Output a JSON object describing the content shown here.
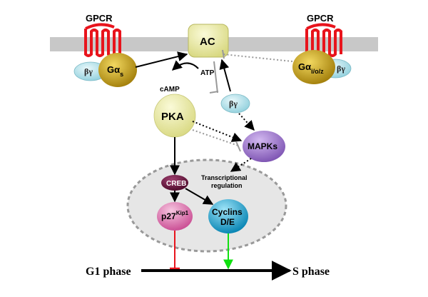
{
  "labels": {
    "gpcr_left": "GPCR",
    "gpcr_right": "GPCR",
    "ac": "AC",
    "g_alpha": "Gα",
    "g_alpha_sub_left": "s",
    "g_alpha_sub_right": "i/o/z",
    "beta_gamma": "βγ",
    "atp": "ATP",
    "camp": "cAMP",
    "pka": "PKA",
    "mapks": "MAPKs",
    "transcriptional_1": "Transcriptional",
    "transcriptional_2": "regulation",
    "creb": "CREB",
    "p27": "p27",
    "p27_sup": "Kip1",
    "cyclins_1": "Cyclins",
    "cyclins_2": "D/E",
    "g1_phase": "G1 phase",
    "s_phase": "S phase"
  },
  "colors": {
    "membrane": "#c8c8c8",
    "receptor": "#e8141c",
    "g_alpha": "#c8a010",
    "beta_gamma": "#a8dce6",
    "ac_pka": "#e6e6a0",
    "mapks": "#9a70c8",
    "creb": "#6a1040",
    "p27": "#e078b0",
    "cyclins": "#10a0d0",
    "inhibit": "#e8141c",
    "activate": "#10e010",
    "nucleus": "#e6e6e6"
  }
}
